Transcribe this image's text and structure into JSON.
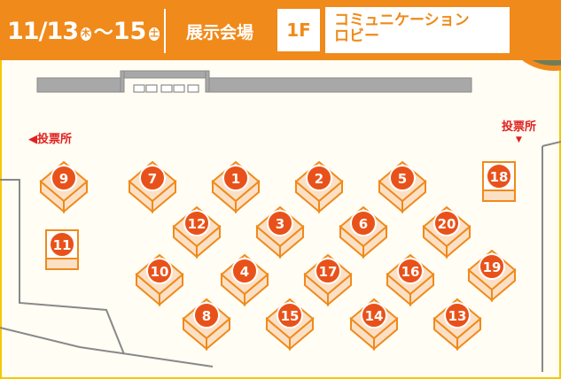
{
  "header": {
    "date_month_day": "11/13",
    "thu_badge": "木",
    "tilde": "〜",
    "end_day": "15",
    "sat_badge": "土",
    "venue": "展示会場",
    "floor": "1F",
    "area_line1": "コミュニケーション",
    "area_line2": "ロビー"
  },
  "labels": {
    "voting_left": "◀投票所",
    "voting_right": "投票所",
    "voting_right_arrow": "▼"
  },
  "colors": {
    "orange": "#f08a1a",
    "booth_fill": "#fbe0c6",
    "booth_stroke": "#f08a1a",
    "circle": "#e8521a",
    "wall": "#999999",
    "red_label": "#e0201e"
  },
  "booths": [
    {
      "number": "1",
      "shape": "cube"
    },
    {
      "number": "2",
      "shape": "cube"
    },
    {
      "number": "3",
      "shape": "cube"
    },
    {
      "number": "4",
      "shape": "cube"
    },
    {
      "number": "5",
      "shape": "cube"
    },
    {
      "number": "6",
      "shape": "cube"
    },
    {
      "number": "7",
      "shape": "cube"
    },
    {
      "number": "8",
      "shape": "cube"
    },
    {
      "number": "9",
      "shape": "cube"
    },
    {
      "number": "10",
      "shape": "cube"
    },
    {
      "number": "11",
      "shape": "panel"
    },
    {
      "number": "12",
      "shape": "cube"
    },
    {
      "number": "13",
      "shape": "cube"
    },
    {
      "number": "14",
      "shape": "cube"
    },
    {
      "number": "15",
      "shape": "cube"
    },
    {
      "number": "16",
      "shape": "cube"
    },
    {
      "number": "17",
      "shape": "cube"
    },
    {
      "number": "18",
      "shape": "panel"
    },
    {
      "number": "19",
      "shape": "cube"
    },
    {
      "number": "20",
      "shape": "cube"
    }
  ]
}
